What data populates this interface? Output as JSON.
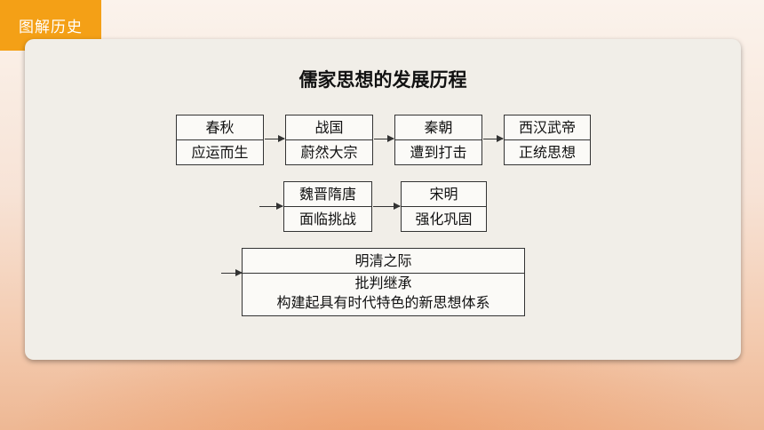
{
  "tag": {
    "label": "图解历史"
  },
  "diagram": {
    "title": "儒家思想的发展历程",
    "stages": [
      {
        "period": "春秋",
        "status": "应运而生"
      },
      {
        "period": "战国",
        "status": "蔚然大宗"
      },
      {
        "period": "秦朝",
        "status": "遭到打击"
      },
      {
        "period": "西汉武帝",
        "status": "正统思想"
      },
      {
        "period": "魏晋隋唐",
        "status": "面临挑战"
      },
      {
        "period": "宋明",
        "status": "强化巩固"
      },
      {
        "period": "明清之际",
        "status": "批判继承",
        "detail": "构建起具有时代特色的新思想体系"
      }
    ]
  }
}
